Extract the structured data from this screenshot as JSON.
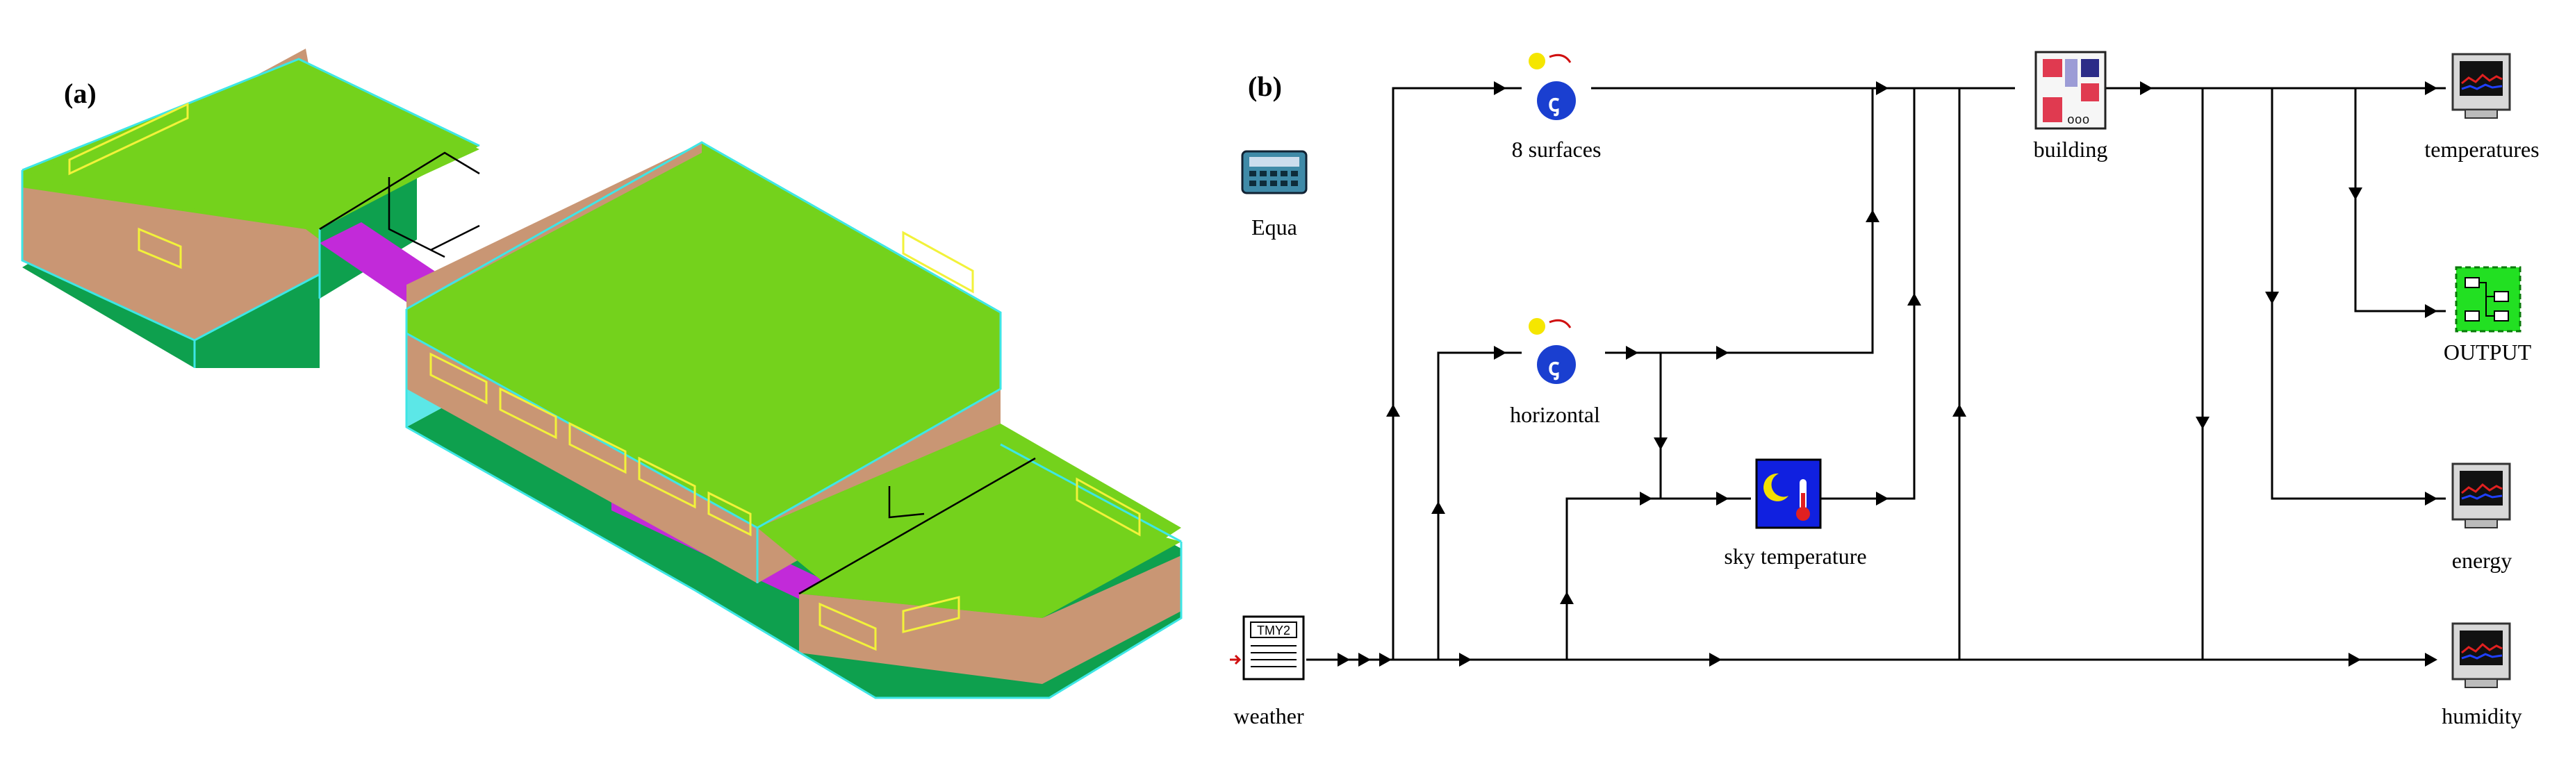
{
  "panel_a": {
    "label": "(a)"
  },
  "panel_b": {
    "label": "(b)"
  },
  "components": {
    "surfaces": {
      "label": "8 surfaces",
      "icon": "radiation-processor-icon"
    },
    "building": {
      "label": "building",
      "icon": "building-floorplan-icon"
    },
    "temperatures": {
      "label": "temperatures",
      "icon": "monitor-plot-icon"
    },
    "equa": {
      "label": "Equa",
      "icon": "calculator-icon"
    },
    "horizontal": {
      "label": "horizontal",
      "icon": "radiation-processor-icon"
    },
    "output": {
      "label": "OUTPUT",
      "icon": "output-network-icon"
    },
    "sky": {
      "label": "sky temperature",
      "icon": "moon-thermometer-icon"
    },
    "energy": {
      "label": "energy",
      "icon": "monitor-plot-icon"
    },
    "weather": {
      "label": "weather",
      "icon_text": "TMY2",
      "icon": "weather-data-icon"
    },
    "humidity": {
      "label": "humidity",
      "icon": "monitor-plot-icon"
    }
  },
  "colors": {
    "roof_green": "#74d21c",
    "wall_tan": "#c99674",
    "ground_green": "#0ea04e",
    "corridor_magenta": "#c22ad9",
    "edge_cyan": "#3ee6e6",
    "window_yellow": "#f2f23a",
    "panel_cyan": "#3fe3e3"
  }
}
